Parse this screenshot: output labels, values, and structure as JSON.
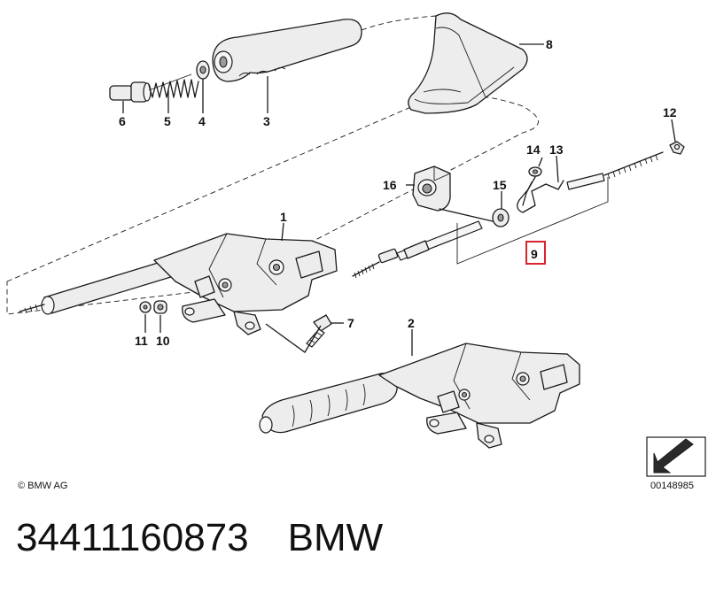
{
  "callouts": {
    "c1": "1",
    "c2": "2",
    "c3": "3",
    "c4": "4",
    "c5": "5",
    "c6": "6",
    "c7": "7",
    "c8": "8",
    "c9": "9",
    "c10": "10",
    "c11": "11",
    "c12": "12",
    "c13": "13",
    "c14": "14",
    "c15": "15",
    "c16": "16"
  },
  "highlight_color": "#d9232e",
  "copyright": "© BMW AG",
  "image_number": "00148985",
  "footer": {
    "part_number": "34411160873",
    "brand": "BMW"
  }
}
